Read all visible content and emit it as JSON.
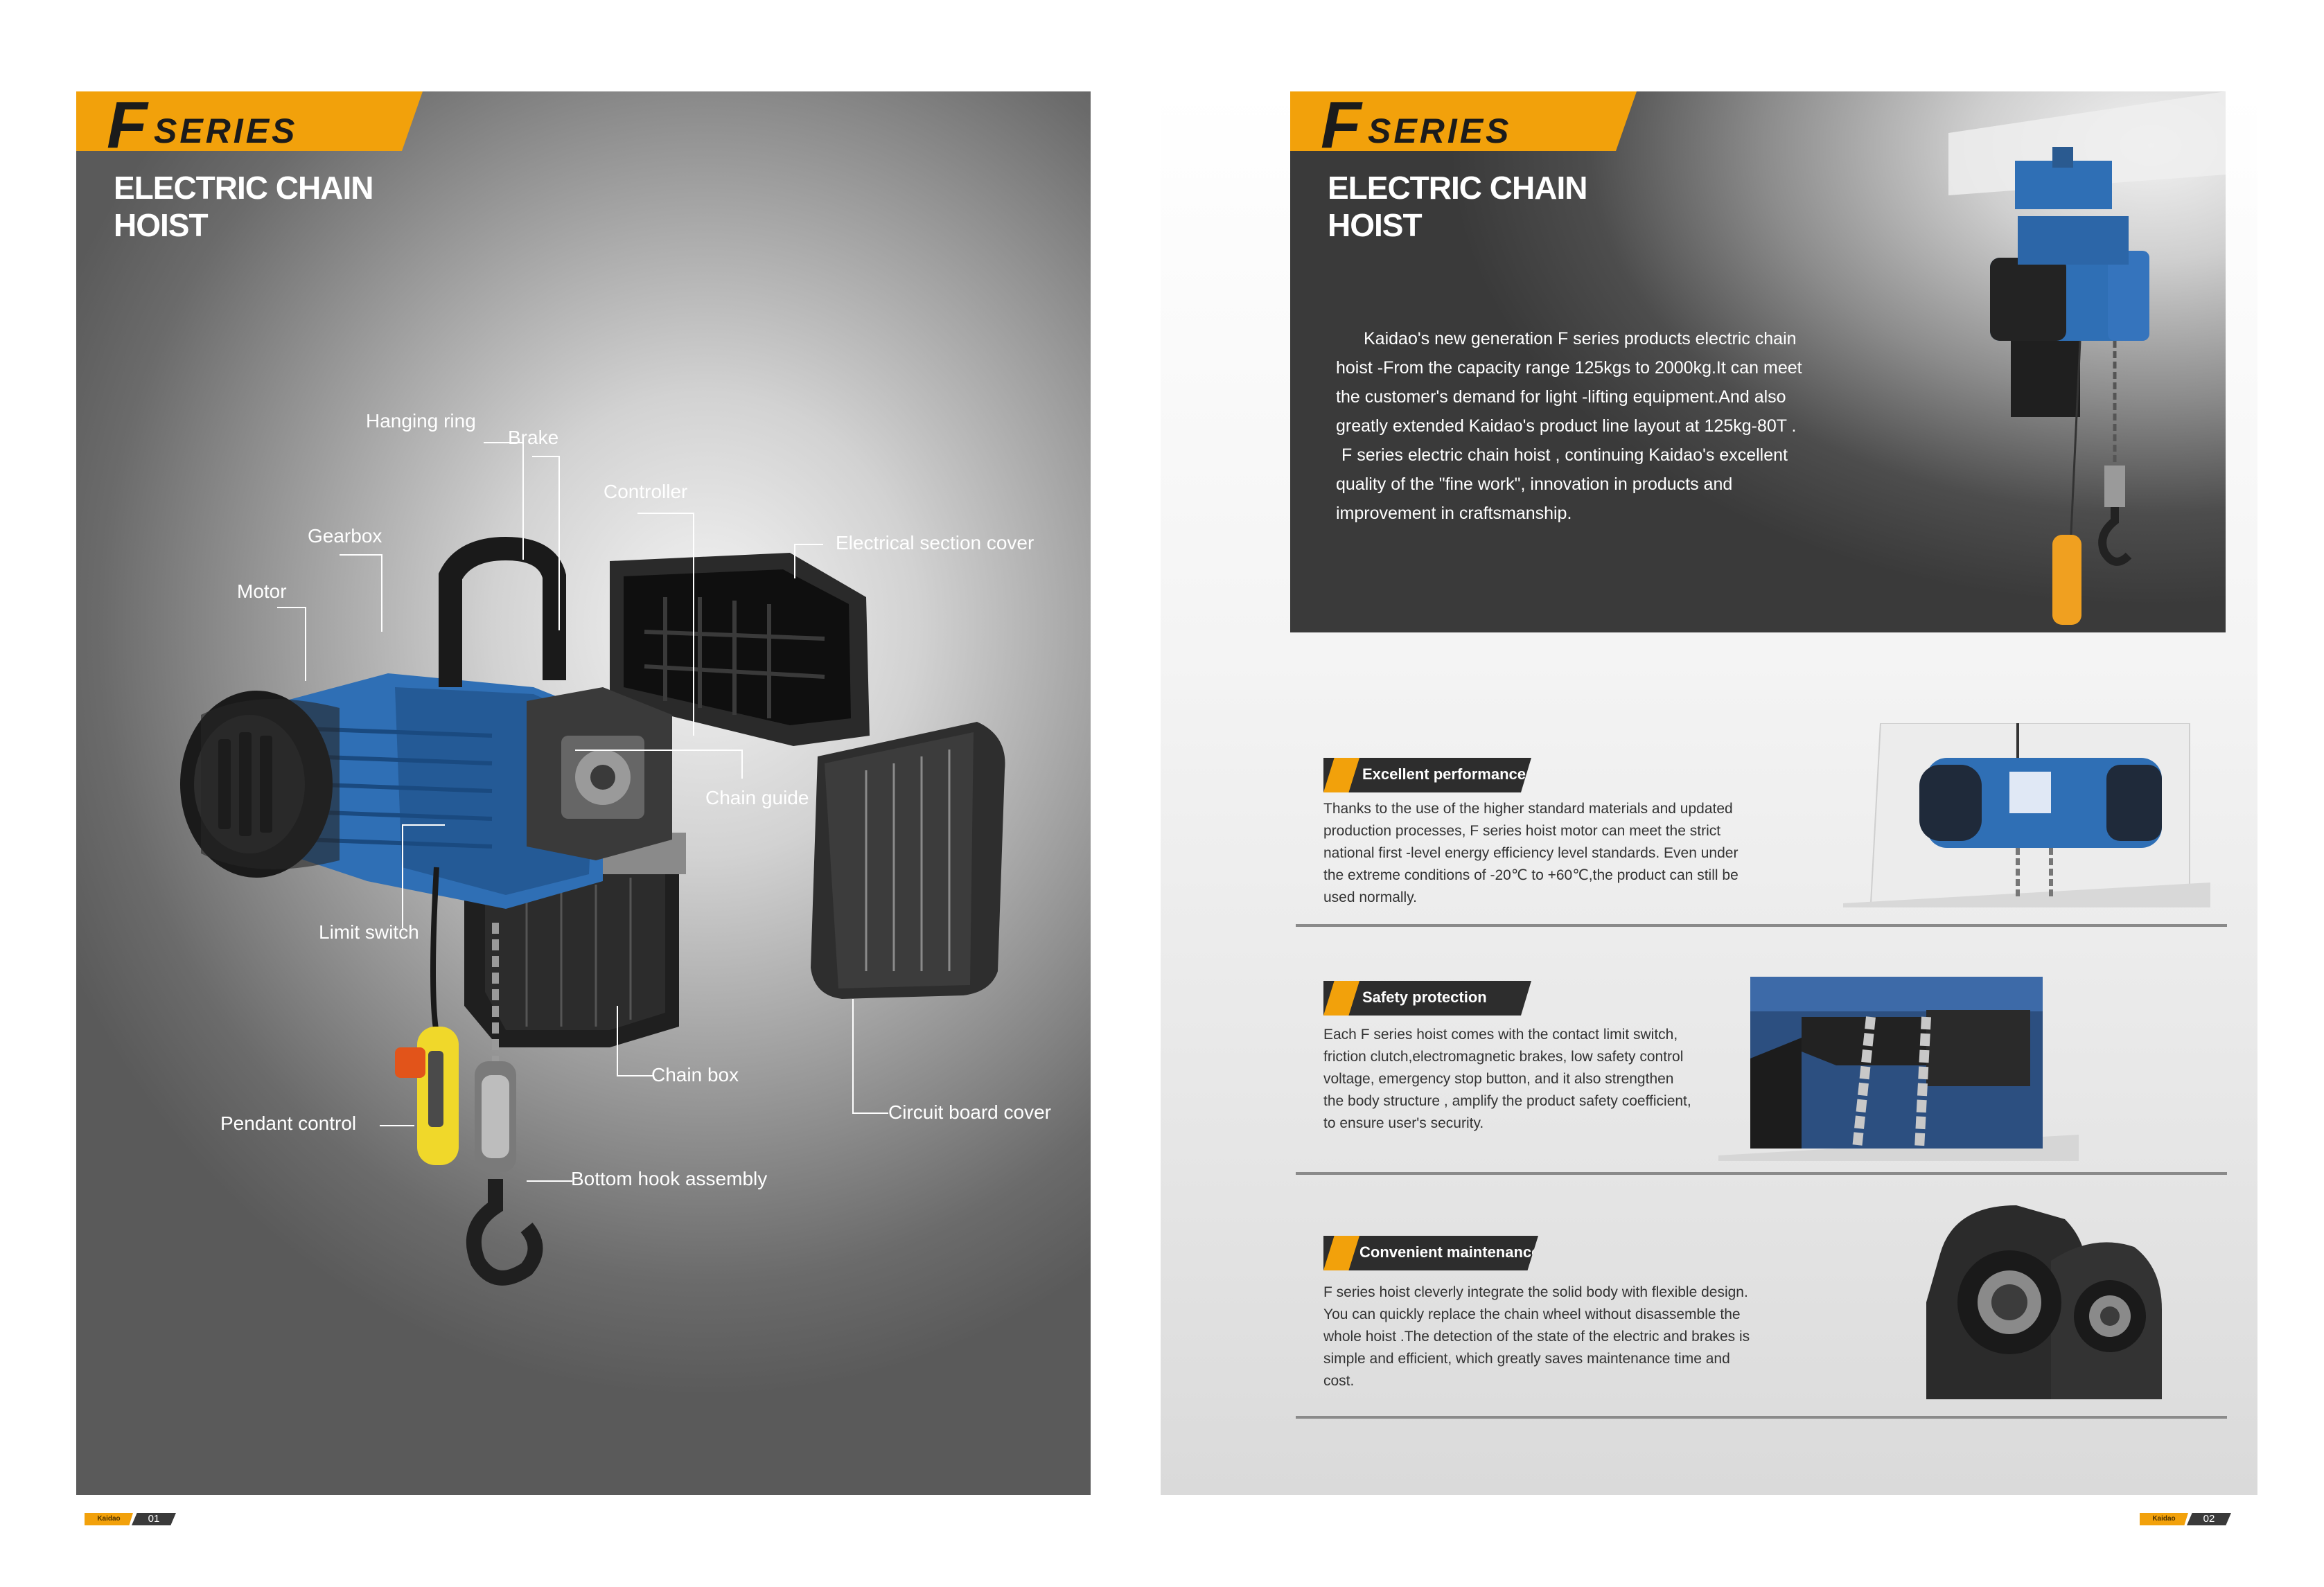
{
  "left_page": {
    "series_letter": "F",
    "series_word": "SERIES",
    "title_line1": "ELECTRIC CHAIN",
    "title_line2": "HOIST",
    "callouts": {
      "hanging_ring": "Hanging ring",
      "brake": "Brake",
      "controller": "Controller",
      "gearbox": "Gearbox",
      "electrical_cover": "Electrical section cover",
      "motor": "Motor",
      "chain_guide": "Chain guide",
      "limit_switch": "Limit switch",
      "chain_box": "Chain box",
      "circuit_cover": "Circuit board cover",
      "pendant": "Pendant  control",
      "bottom_hook": "Bottom hook assembly"
    },
    "footer": {
      "brand": "Kaidao",
      "page": "01"
    }
  },
  "right_page": {
    "series_letter": "F",
    "series_word": "SERIES",
    "title_line1": "ELECTRIC CHAIN",
    "title_line2": "HOIST",
    "intro_lines": [
      "Kaidao's new generation F series products electric chain",
      "hoist -From the capacity range 125kgs to 2000kg.It can meet",
      "the customer's demand for light -lifting equipment.And also",
      "greatly extended Kaidao's product line layout at 125kg-80T .",
      "F series electric chain hoist , continuing Kaidao's excellent",
      "quality of the \"fine work\", innovation in products and",
      "improvement in craftsmanship."
    ],
    "features": [
      {
        "title": "Excellent performance",
        "lines": [
          "Thanks to the use of the higher standard materials and updated",
          "production processes, F series hoist motor can meet the strict",
          "national first -level energy efficiency level standards. Even under",
          "the extreme conditions of -20℃ to +60℃,the product can still be",
          "used normally."
        ]
      },
      {
        "title": "Safety protection",
        "lines": [
          "Each F series hoist comes with the contact limit switch,",
          "friction clutch,electromagnetic brakes, low safety control",
          "voltage, emergency stop button, and it also strengthen",
          "the body structure , amplify the product safety coefficient,",
          "to ensure user's security."
        ]
      },
      {
        "title": "Convenient maintenance",
        "lines": [
          "F series hoist cleverly integrate the solid body with flexible design.",
          "You can quickly replace the chain wheel without disassemble the",
          "whole hoist .The detection of the state of the electric and brakes is",
          "simple and efficient, which greatly saves maintenance time and",
          "cost."
        ]
      }
    ],
    "footer": {
      "brand": "Kaidao",
      "page": "02"
    }
  },
  "colors": {
    "accent": "#f2a10b",
    "dark": "#2d2d2d",
    "hoist_blue": "#2f6fb5"
  }
}
